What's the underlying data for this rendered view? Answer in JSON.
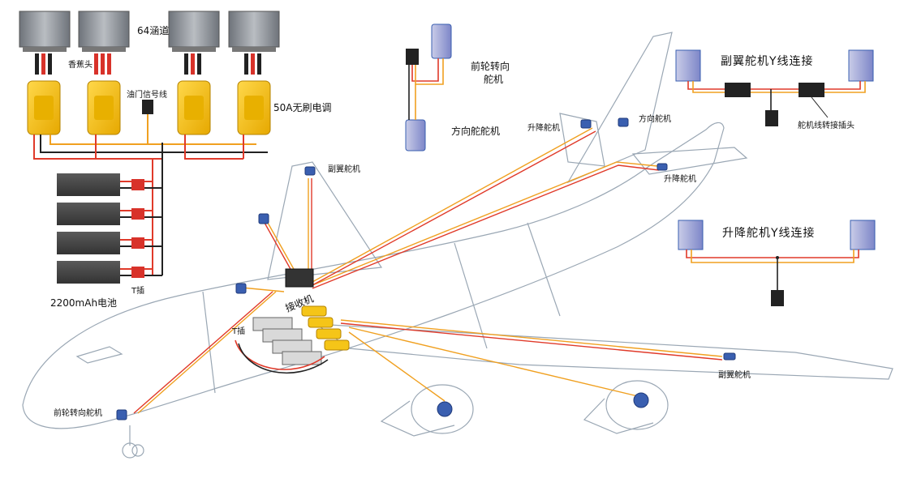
{
  "labels": {
    "channel_fan": "64涵道",
    "banana_plug": "香蕉头",
    "throttle_signal_wire": "油门信号线",
    "esc": "50A无刷电调",
    "battery": "2200mAh电池",
    "t_plug_top": "T插",
    "t_plug_body": "T插",
    "nose_steer_servo_inset_l1": "前轮转向",
    "nose_steer_servo_inset_l2": "舵机",
    "rudder_servo_inset": "方向舵舵机",
    "aileron_y_title": "副翼舵机Y线连接",
    "servo_adapter": "舵机线转接插头",
    "elevator_y_title": "升降舵机Y线连接",
    "aileron_servo_left": "副翼舵机",
    "aileron_servo_right": "副翼舵机",
    "elevator_servo_left": "升降舵机",
    "elevator_servo_right": "升降舵机",
    "rudder_servo": "方向舵机",
    "receiver": "接收机",
    "nose_steer_servo": "前轮转向舵机"
  },
  "colors": {
    "esc_body": "#f5c518",
    "battery_body": "#4a4a4a",
    "plug_red": "#d8322a",
    "wire_red": "#e03a2a",
    "wire_orange": "#f0a020",
    "wire_black": "#222222",
    "servo_blue": "#3a5fb0",
    "airframe_line": "#9aa7b4",
    "motor_gray": "#8a8f96"
  }
}
